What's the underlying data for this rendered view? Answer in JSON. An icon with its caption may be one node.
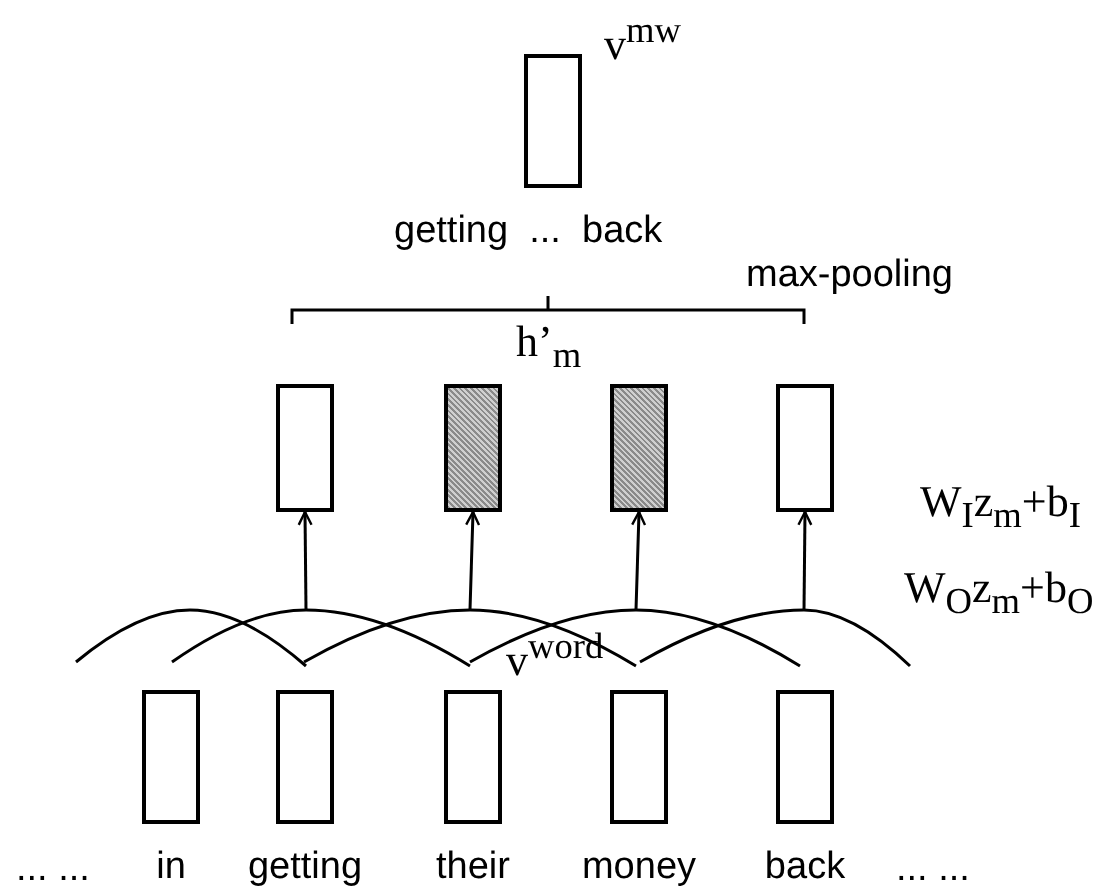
{
  "diagram": {
    "nodes": [
      {
        "text": [],
        "shape": "box",
        "beside": [
          "v$^{mw}$",
          "getting  ...  back"
        ]
      },
      {
        "text": [],
        "shape": "box"
      },
      {
        "text": [],
        "shape": "box"
      },
      {
        "text": [],
        "shape": "box"
      },
      {
        "text": [],
        "shape": "box"
      },
      {
        "text": [
          "in"
        ]
      },
      {
        "text": [
          "getting"
        ]
      },
      {
        "text": [
          "their"
        ]
      },
      {
        "text": [
          "money"
        ]
      },
      {
        "text": [
          "back"
        ]
      },
      {
        "text": [],
        "shape": "arc"
      },
      {
        "text": [],
        "shape": "arc"
      },
      {
        "text": [],
        "shape": "arc"
      },
      {
        "text": [],
        "shape": "arc"
      },
      {
        "text": [],
        "shape": "arc"
      }
    ],
    "edges": [
      {
        "from": 11,
        "to": 1,
        "arrow": "to"
      },
      {
        "from": 12,
        "to": 2,
        "arrow": "to"
      },
      {
        "from": 13,
        "to": 3,
        "arrow": "to"
      },
      {
        "from": 14,
        "to": 4,
        "arrow": "to"
      }
    ],
    "labels": [
      "max-pooling",
      "h’$_{m}$",
      "W$_{I}$z$_{m}$+b$_{I}$",
      "W$_{O}$z$_{m}$+b$_{O}$",
      "v$^{word}$",
      "... ...",
      "... ..."
    ]
  }
}
